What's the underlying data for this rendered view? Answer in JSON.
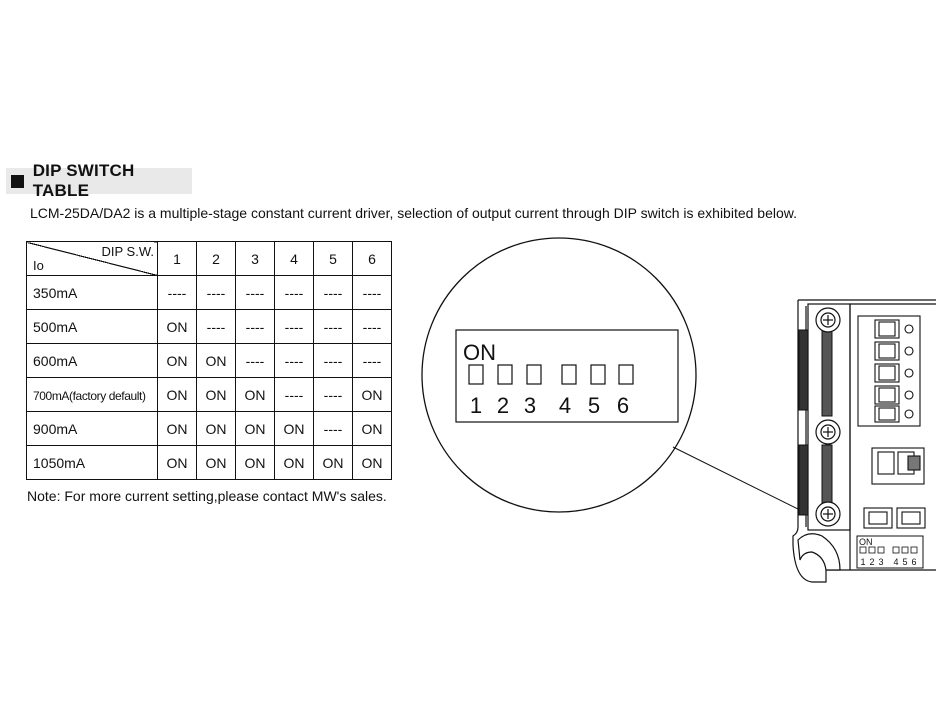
{
  "header": {
    "title": "DIP SWITCH TABLE"
  },
  "intro": "LCM-25DA/DA2 is a multiple-stage constant current driver, selection of output current through DIP switch is exhibited below.",
  "table": {
    "corner_top": "DIP S.W.",
    "corner_bottom": "Io",
    "columns": [
      "1",
      "2",
      "3",
      "4",
      "5",
      "6"
    ],
    "rows": [
      {
        "label": "350mA",
        "cells": [
          "----",
          "----",
          "----",
          "----",
          "----",
          "----"
        ]
      },
      {
        "label": "500mA",
        "cells": [
          "ON",
          "----",
          "----",
          "----",
          "----",
          "----"
        ]
      },
      {
        "label": "600mA",
        "cells": [
          "ON",
          "ON",
          "----",
          "----",
          "----",
          "----"
        ]
      },
      {
        "label": "700mA(factory default)",
        "cells": [
          "ON",
          "ON",
          "ON",
          "----",
          "----",
          "ON"
        ]
      },
      {
        "label": "900mA",
        "cells": [
          "ON",
          "ON",
          "ON",
          "ON",
          "----",
          "ON"
        ]
      },
      {
        "label": "1050mA",
        "cells": [
          "ON",
          "ON",
          "ON",
          "ON",
          "ON",
          "ON"
        ]
      }
    ]
  },
  "note": "Note: For more current setting,please contact MW's sales.",
  "magnified_switch": {
    "on_label": "ON",
    "numbers": [
      "1",
      "2",
      "3",
      "4",
      "5",
      "6"
    ]
  },
  "device_switch": {
    "on_label": "ON",
    "numbers": [
      "1",
      "2",
      "3",
      "4",
      "5",
      "6"
    ]
  }
}
